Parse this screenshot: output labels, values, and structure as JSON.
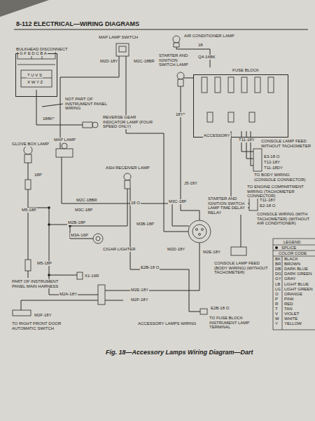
{
  "diagram": {
    "title": "8-112 ELECTRICAL—WIRING DIAGRAMS",
    "caption": "Fig. 18—Accessory Lamps Wiring Diagram—Dart",
    "nodes": [
      {
        "text": [
          "BULKHEAD DISCONNECT"
        ]
      },
      {
        "text": [
          "FUSE BLOCK"
        ]
      }
    ],
    "labels": [
      "G F E D C B A",
      "T U V S",
      "X W Y Z",
      "188K*",
      "NOT PART OF INSTRUMENT PANEL WIRING",
      "REVERSE GEAR INDICATOR LAMP (FOUR SPEED ONLY)",
      "MAP LAMP SWITCH",
      "M2D-18Y",
      "M2C-18BR",
      "AIR CONDITIONER LAMP",
      "18",
      "Q4-14BK",
      "STARTER AND IGNITION SWITCH LAMP",
      "18Y*",
      "ACCESSORY",
      "T11-18Y",
      "CONSOLE LAMP FEED WITHOUT TACHOMETER",
      "E3-18 O",
      "T12-18Y",
      "T11-18DY",
      "TO BODY WIRING (CONSOLE CONNECTOR)",
      "TO ENGINE COMPARTMENT WIRING (TACHOMETER CONNECTOR)",
      "T11-18Y",
      "E2-18 O",
      "CONSOLE WIRING (WITH TACHOMETER) (WITHOUT AIR CONDITIONER)",
      "CONSOLE LAMP FEED (BODY WIRING) (WITHOUT TACHOMETER)",
      "GLOVE BOX LAMP",
      "MAP LAMP",
      "18P",
      "M5-18P",
      "M2C-18BR",
      "M3C-18P",
      "M2B-18P",
      "ASH RECEIVER LAMP",
      "18 O",
      "M3B-18P",
      "M3C-18P",
      "M3A-16P",
      "CIGAR LIGHTER",
      "J5-18Y",
      "STARTER AND IGNITION SWITCH LAMP TIME DELAY RELAY",
      "M2D-18Y",
      "M2E-18Y",
      "E2B-18 O",
      "M5-18P",
      "X1-16R",
      "PART OF INSTRUMENT PANEL MAIN HARNESS",
      "M2A-18Y",
      "M2E-18Y",
      "M2F-18Y",
      "M2F-18Y",
      "TO RIGHT FRONT DOOR AUTOMATIC SWITCH",
      "ACCESSORY LAMPS WIRING",
      "E2B-18 O",
      "TO FUSE BLOCK INSTRUMENT LAMP TERMINAL",
      "LEGEND",
      "COLOR CODE",
      "BK",
      "BLACK",
      "BR",
      "BROWN",
      "DB",
      "DARK BLUE",
      "DG",
      "DARK GREEN",
      "GY",
      "GRAY",
      "LB",
      "LIGHT BLUE",
      "LG",
      "LIGHT GREEN",
      "O",
      "ORANGE",
      "P",
      "PINK",
      "R",
      "RED",
      "T",
      "TAN",
      "V",
      "VIOLET",
      "W",
      "WHITE",
      "Y",
      "YELLOW"
    ],
    "legend": [
      {
        "text": "SPLICE"
      }
    ]
  }
}
